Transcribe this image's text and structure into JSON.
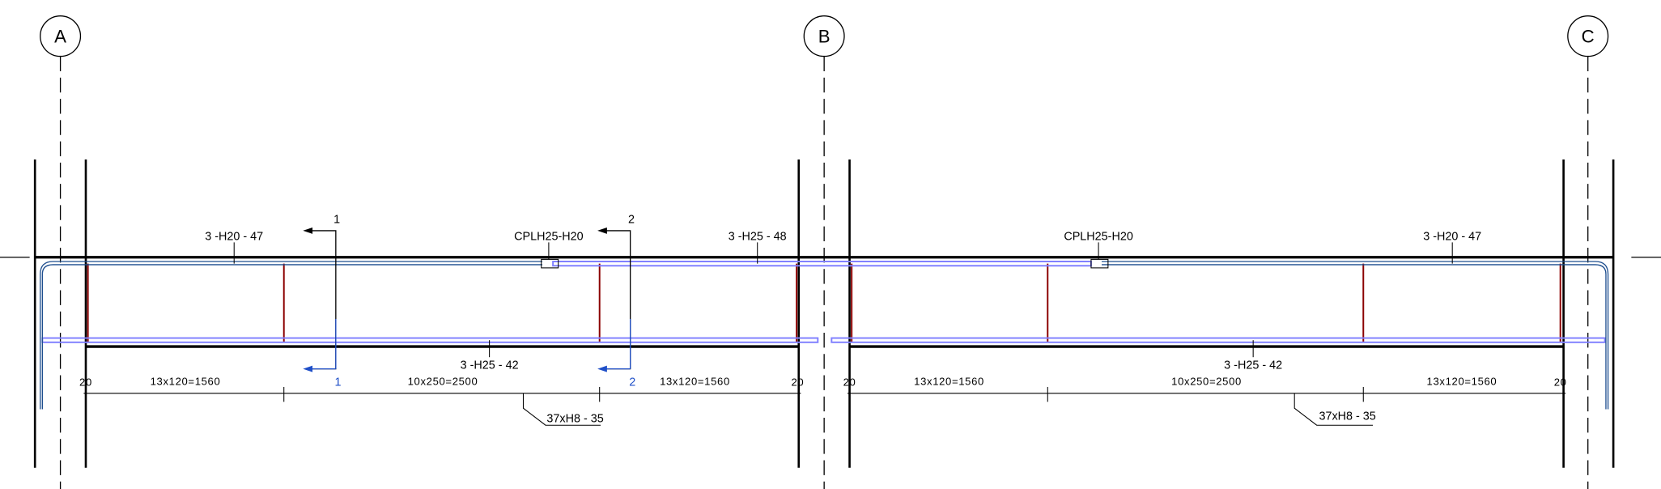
{
  "grids": [
    {
      "label": "A"
    },
    {
      "label": "B"
    },
    {
      "label": "C"
    }
  ],
  "sections": [
    {
      "label": "1"
    },
    {
      "label": "2"
    }
  ],
  "span1": {
    "top_left_bar": "3 -H20 - 47",
    "coupler": "CPLH25-H20",
    "top_right_bar": "3 -H25 - 48",
    "bottom_bar": "3 -H25 - 42",
    "dims": [
      "20",
      "13x120=1560",
      "10x250=2500",
      "13x120=1560",
      "20"
    ],
    "stirrups": "37xH8 - 35"
  },
  "span2": {
    "coupler": "CPLH25-H20",
    "top_right_bar": "3 -H20 - 47",
    "bottom_bar": "3 -H25 - 42",
    "dims": [
      "20",
      "13x120=1560",
      "10x250=2500",
      "13x120=1560",
      "20"
    ],
    "stirrups": "37xH8 - 35"
  },
  "colors": {
    "stirrup": "#8b0000",
    "rebar_light": "#8080ff",
    "rebar_dark": "#1f4f8f",
    "section_blue": "#1f4fc8"
  }
}
